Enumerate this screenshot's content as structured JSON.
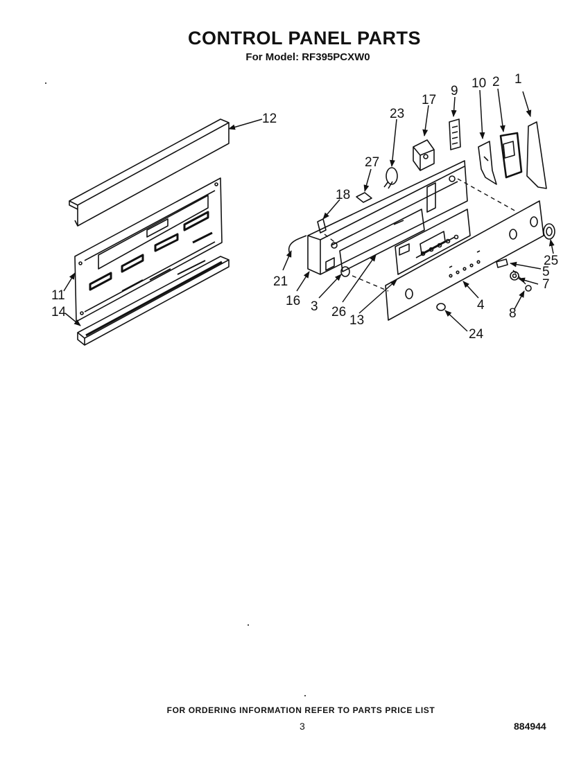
{
  "title": "CONTROL PANEL PARTS",
  "subtitle": "For Model: RF395PCXW0",
  "footer_note": "FOR ORDERING INFORMATION REFER TO PARTS PRICE LIST",
  "page_number": "3",
  "document_number": "884944",
  "callouts": {
    "c1": "1",
    "c2": "2",
    "c3": "3",
    "c4": "4",
    "c5": "5",
    "c7": "7",
    "c8": "8",
    "c9": "9",
    "c10": "10",
    "c11": "11",
    "c12": "12",
    "c13": "13",
    "c14": "14",
    "c16": "16",
    "c17": "17",
    "c18": "18",
    "c21": "21",
    "c23": "23",
    "c24": "24",
    "c25": "25",
    "c26": "26",
    "c27": "27"
  }
}
